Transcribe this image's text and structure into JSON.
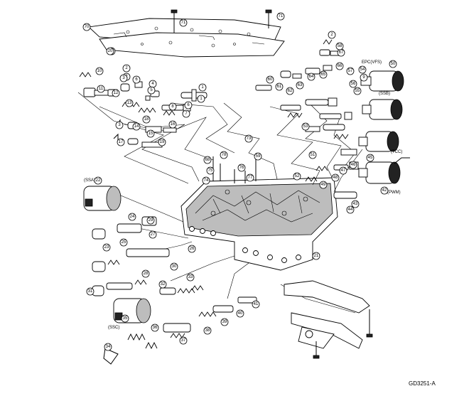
{
  "figure": {
    "reference_code": "GD3251-A"
  },
  "labels": {
    "epc_vfs": "EPC(VFS)",
    "ssb": "(SSB)",
    "tcc": "(TCC)",
    "pwm": "(PWM)",
    "ssa": "(SSA)",
    "ssc": "(SSC)"
  },
  "callouts": [
    "71",
    "71",
    "70",
    "69",
    "2",
    "1",
    "10",
    "2",
    "3",
    "11",
    "12",
    "6",
    "4",
    "5",
    "13",
    "6",
    "7",
    "14",
    "16",
    "15",
    "18",
    "17",
    "19",
    "3",
    "1",
    "8",
    "2",
    "50",
    "9",
    "60",
    "61",
    "62",
    "63",
    "64",
    "65",
    "66",
    "67",
    "58",
    "57",
    "56",
    "55",
    "54",
    "53",
    "52",
    "51",
    "49",
    "48",
    "47",
    "46",
    "45",
    "44",
    "43",
    "42",
    "41",
    "40",
    "39",
    "38",
    "37",
    "36",
    "35",
    "34",
    "33",
    "32",
    "31",
    "30",
    "29",
    "28",
    "27",
    "26",
    "25",
    "24",
    "23",
    "22",
    "21",
    "20",
    "59",
    "68",
    "73",
    "74",
    "75",
    "76",
    "77",
    "78"
  ]
}
